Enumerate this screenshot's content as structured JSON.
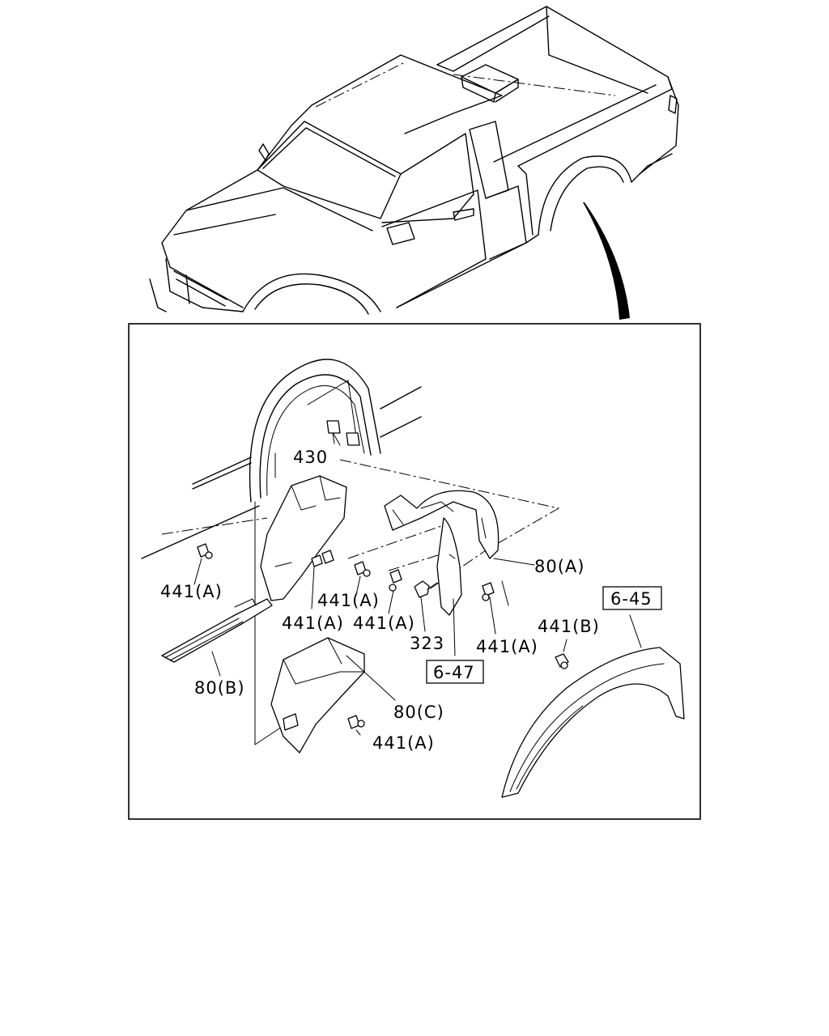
{
  "callouts": {
    "c430": "430",
    "c80a": "80(A)",
    "c441a_left": "441(A)",
    "c441a_mid1": "441(A)",
    "c441a_mid2": "441(A)",
    "c441a_mid3": "441(A)",
    "c441a_right": "441(A)",
    "c441a_bottom": "441(A)",
    "c441b": "441(B)",
    "c323": "323",
    "c80b": "80(B)",
    "c80c": "80(C)"
  },
  "references": {
    "r645": "6-45",
    "r647": "6-47"
  },
  "colors": {
    "line": "#000000",
    "background": "#ffffff"
  }
}
